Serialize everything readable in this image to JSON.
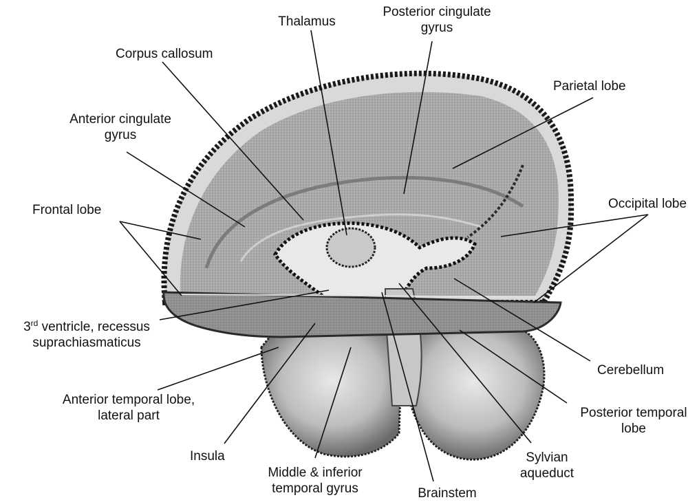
{
  "labels": {
    "thalamus": "Thalamus",
    "posterior_cingulate": [
      "Posterior cingulate",
      "gyrus"
    ],
    "corpus_callosum": "Corpus callosum",
    "parietal_lobe": "Parietal lobe",
    "anterior_cingulate": [
      "Anterior cingulate",
      "gyrus"
    ],
    "frontal_lobe": "Frontal lobe",
    "occipital_lobe": "Occipital lobe",
    "third_ventricle": {
      "num": "3",
      "sup": "rd",
      "line1": " ventricle, recessus",
      "line2": "suprachiasmaticus"
    },
    "cerebellum": "Cerebellum",
    "anterior_temporal": [
      "Anterior temporal lobe,",
      "lateral part"
    ],
    "posterior_temporal": [
      "Posterior temporal",
      "lobe"
    ],
    "insula": "Insula",
    "middle_inferior_temporal": [
      "Middle & inferior",
      "temporal gyrus"
    ],
    "sylvian_aqueduct": [
      "Sylvian",
      "aqueduct"
    ],
    "brainstem": "Brainstem"
  }
}
